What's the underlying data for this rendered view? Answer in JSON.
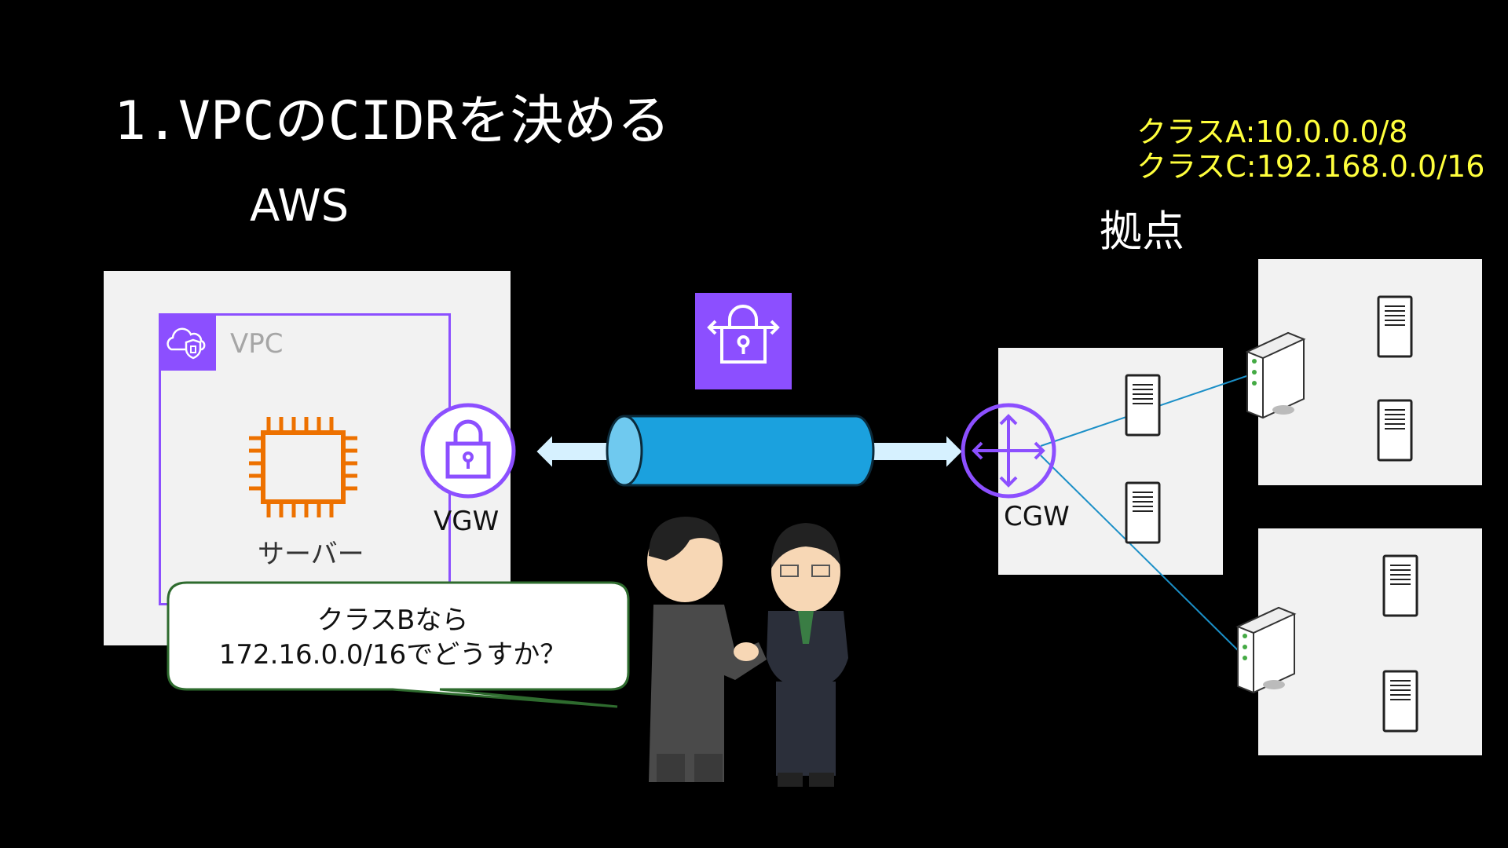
{
  "title": "1.VPCのCIDRを決める",
  "aws_label": "AWS",
  "site_label": "拠点",
  "classes": {
    "class_a": "クラスA:10.0.0.0/8",
    "class_c": "クラスC:192.168.0.0/16"
  },
  "vpc": {
    "label": "VPC"
  },
  "server": {
    "label": "サーバー"
  },
  "vgw": {
    "label": "VGW"
  },
  "cgw": {
    "label": "CGW"
  },
  "speech_bubble": {
    "line1": "クラスBなら",
    "line2": "172.16.0.0/16でどうすか？"
  },
  "colors": {
    "background": "#000000",
    "aws_purple": "#8c4fff",
    "ec2_orange": "#ed7100",
    "tunnel_blue": "#1ba1de",
    "arrow_light_blue": "#d6f1ff",
    "highlight_yellow": "#ffff3c",
    "bubble_border": "#2e6b2e",
    "link_line": "#1b8fc7"
  }
}
